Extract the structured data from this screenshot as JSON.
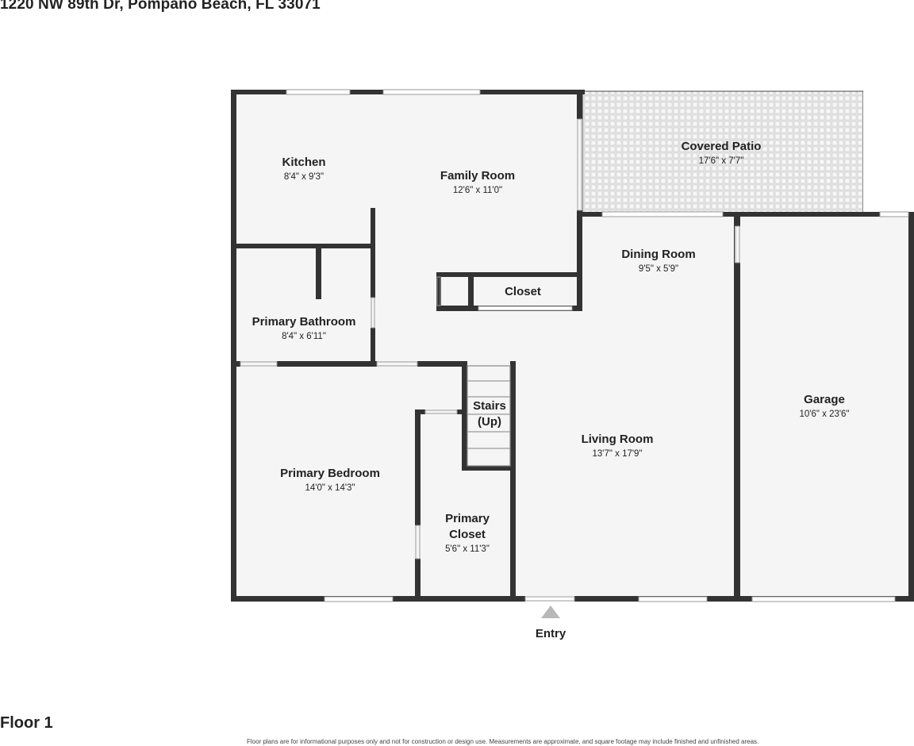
{
  "address": "1220 NW 89th Dr, Pompano Beach, FL 33071",
  "floor": "Floor 1",
  "disclaimer": "Floor plans are for informational purposes only and not for construction or design use. Measurements are approximate, and square footage may include finished and unfinished areas.",
  "entry": "Entry",
  "colors": {
    "wall": "#333333",
    "floor": "#f5f5f5",
    "patio": "#e4e4e4",
    "window": "#ffffff"
  },
  "rooms": {
    "kitchen": {
      "name": "Kitchen",
      "dim": "8'4\" x 9'3\""
    },
    "family_room": {
      "name": "Family Room",
      "dim": "12'6\" x 11'0\""
    },
    "covered_patio": {
      "name": "Covered Patio",
      "dim": "17'6\" x 7'7\""
    },
    "dining_room": {
      "name": "Dining Room",
      "dim": "9'5\" x 5'9\""
    },
    "closet": {
      "name": "Closet"
    },
    "primary_bathroom": {
      "name": "Primary Bathroom",
      "dim": "8'4\" x 6'11\""
    },
    "stairs": {
      "name_line1": "Stairs",
      "name_line2": "(Up)"
    },
    "garage": {
      "name": "Garage",
      "dim": "10'6\" x 23'6\""
    },
    "living_room": {
      "name": "Living Room",
      "dim": "13'7\" x 17'9\""
    },
    "primary_bedroom": {
      "name": "Primary Bedroom",
      "dim": "14'0\" x 14'3\""
    },
    "primary_closet": {
      "name_line1": "Primary",
      "name_line2": "Closet",
      "dim": "5'6\" x 11'3\""
    }
  }
}
